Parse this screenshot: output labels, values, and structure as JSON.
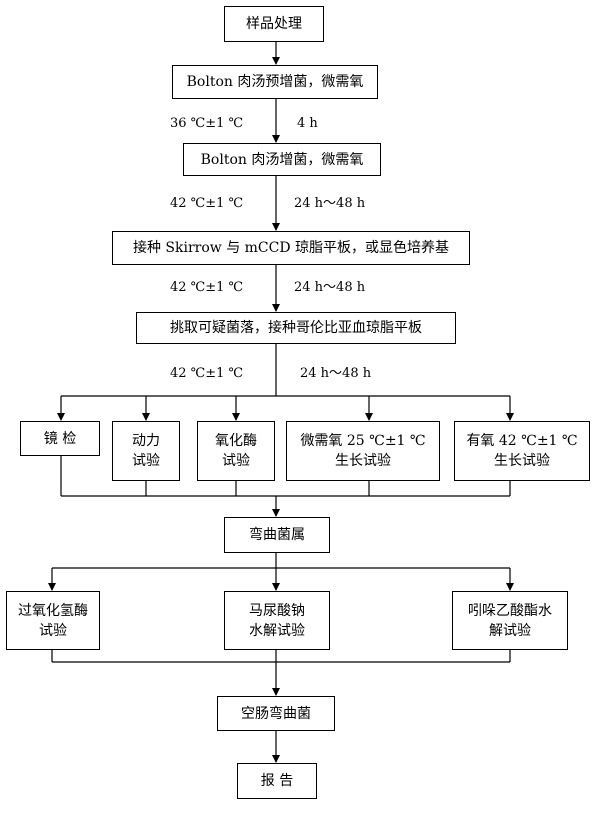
{
  "nodes": {
    "sample": "样品处理",
    "preenrich": "Bolton 肉汤预增菌，微需氧",
    "enrich": "Bolton 肉汤增菌，微需氧",
    "inoculate": "接种 Skirrow 与 mCCD 琼脂平板，或显色培养基",
    "pick": "挑取可疑菌落，接种哥伦比亚血琼脂平板",
    "microscopy": "镜  检",
    "motility": "动力\n试验",
    "oxidase": "氧化酶\n试验",
    "micro25": "微需氧 25 ℃±1 ℃\n生长试验",
    "aerobic42": "有氧 42 ℃±1 ℃\n生长试验",
    "genus": "弯曲菌属",
    "catalase": "过氧化氢酶\n试验",
    "hippurate": "马尿酸钠\n水解试验",
    "indoxyl": "吲哚乙酸酯水\n解试验",
    "species": "空肠弯曲菌",
    "report": "报  告"
  },
  "conditions": {
    "step1_temp": "36 ℃±1 ℃",
    "step1_time": "4 h",
    "step2_temp": "42 ℃±1 ℃",
    "step2_time": "24 h～48 h",
    "step3_temp": "42 ℃±1 ℃",
    "step3_time": "24 h～48 h",
    "step4_temp": "42 ℃±1 ℃",
    "step4_time": "24 h～48 h"
  }
}
